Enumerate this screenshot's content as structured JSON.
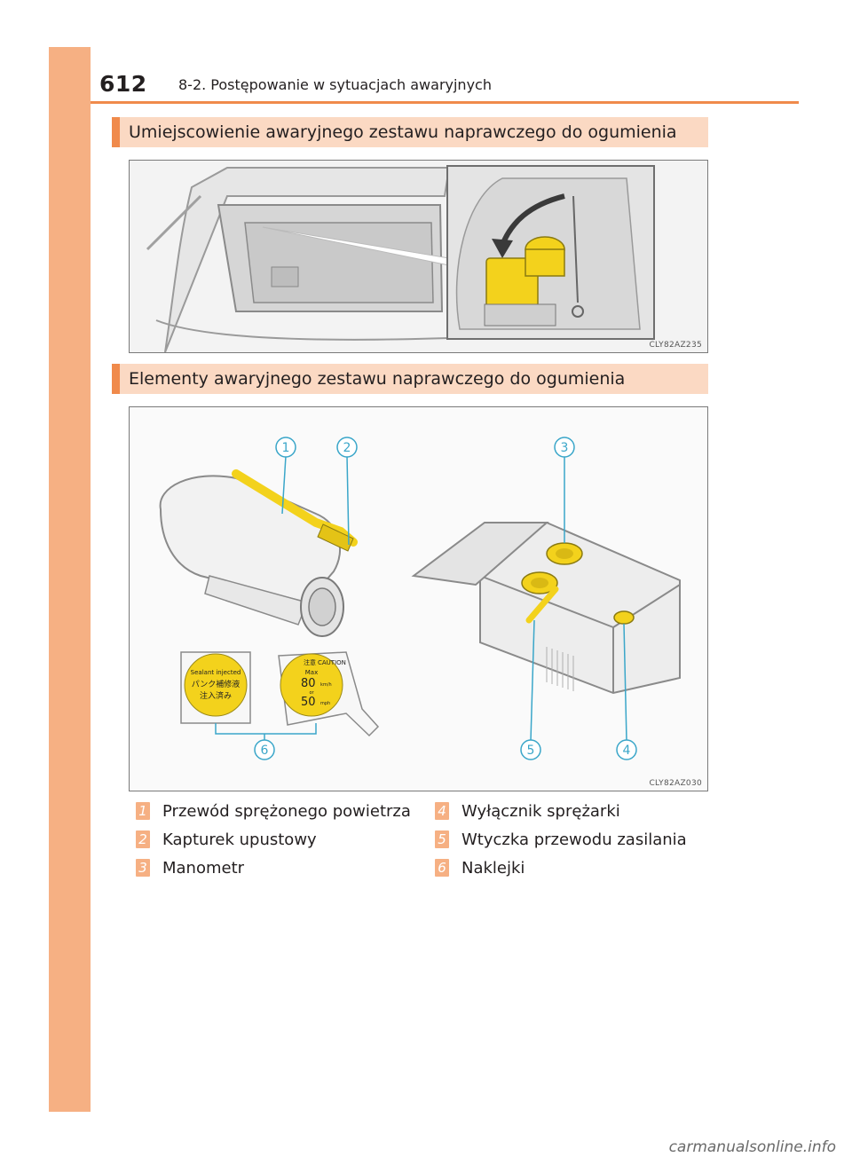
{
  "page": {
    "number": "612",
    "section": "8-2. Postępowanie w sytuacjach awaryjnych"
  },
  "headings": {
    "location": "Umiejscowienie awaryjnego zestawu naprawczego do ogumienia",
    "components": "Elementy awaryjnego zestawu naprawczego do ogumienia"
  },
  "figures": {
    "location_code": "CLY82AZ235",
    "components_code": "CLY82AZ030",
    "callouts": [
      "1",
      "2",
      "3",
      "4",
      "5",
      "6"
    ]
  },
  "stickers": {
    "sticker_a": [
      "Sealant injected",
      "パンク補修液",
      "注入済み"
    ],
    "sticker_b_caution": "CAUTION",
    "sticker_b_jp": "注意",
    "sticker_b_max": "Max",
    "sticker_b_speed_kmh": "80",
    "sticker_b_unit_kmh": "km/h",
    "sticker_b_or": "or",
    "sticker_b_speed_mph": "50",
    "sticker_b_unit_mph": "mph"
  },
  "legend": [
    {
      "num": "1",
      "label": "Przewód sprężonego powietrza"
    },
    {
      "num": "2",
      "label": "Kapturek upustowy"
    },
    {
      "num": "3",
      "label": "Manometr"
    },
    {
      "num": "4",
      "label": "Wyłącznik sprężarki"
    },
    {
      "num": "5",
      "label": "Wtyczka przewodu zasilania"
    },
    {
      "num": "6",
      "label": "Naklejki"
    }
  ],
  "colors": {
    "accent_orange": "#f08a4b",
    "tab_orange": "#f6b083",
    "heading_fill": "#fbd9c3",
    "kit_yellow": "#f3d21c"
  },
  "watermark": "carmanualsonline.info"
}
